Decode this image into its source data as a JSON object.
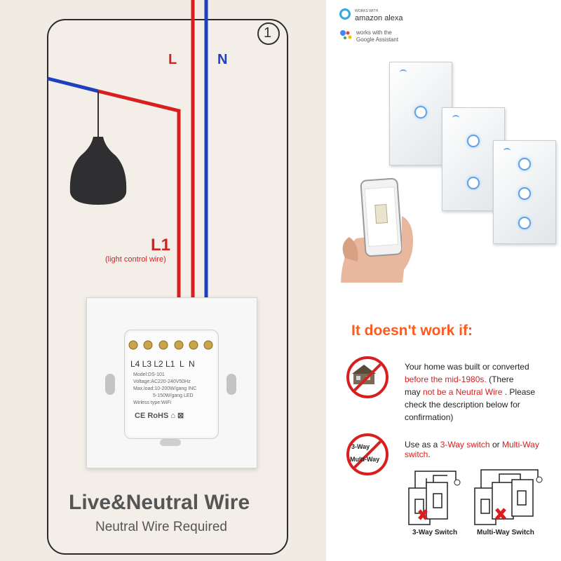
{
  "diagram": {
    "step_number": "1",
    "wire_l": "L",
    "wire_n": "N",
    "wire_l1": "L1",
    "wire_l1_note": "(light control wire)",
    "terminal_labels": "L4 L3 L2 L1  L  N",
    "module_lines": [
      "Model:DS-101",
      "Voltage:AC220-240V50Hz",
      "Max.load:10-200W/gang INC",
      "5-150W/gang LED",
      "Wirless type:WiFi"
    ],
    "cert_marks": "CE RoHS ⌂ ⊠",
    "title": "Live&Neutral Wire",
    "subtitle": "Neutral Wire Required",
    "colors": {
      "live": "#d81e1e",
      "neutral": "#1f3fbf",
      "background": "#f0ebe3"
    }
  },
  "brands": {
    "alexa_small": "WORKS WITH",
    "alexa_large": "amazon alexa",
    "google_line1": "works with the",
    "google_line2": "Google Assistant"
  },
  "warning": {
    "heading": "It doesn't work if:",
    "item1": {
      "text_a": "Your home was built or converted",
      "text_red": "before the mid-1980s.",
      "text_b": " (There",
      "text_c": "may ",
      "text_red2": "not be a  Neutral Wire",
      "text_d": " . Please",
      "text_e": "check the description below for",
      "text_f": "confirmation)"
    },
    "item2": {
      "badge_line1": "3-Way",
      "badge_line2": "Multi-Way",
      "text_a": "Use as a ",
      "text_red1": "3-Way switch",
      "text_b": " or ",
      "text_red2": "Multi-Way",
      "text_red3": "switch",
      "text_c": "."
    },
    "diagram1_label": "3-Way Switch",
    "diagram2_label": "Multi-Way Switch"
  }
}
